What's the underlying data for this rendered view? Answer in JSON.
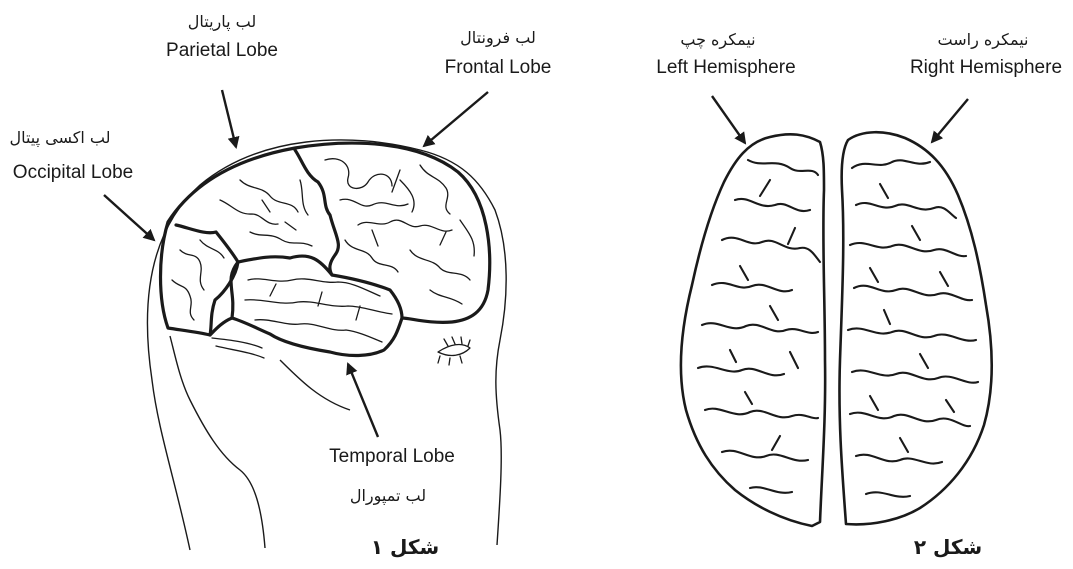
{
  "figure1": {
    "parietal": {
      "fa": "لب پاریتال",
      "en": "Parietal Lobe"
    },
    "frontal": {
      "fa": "لب فرونتال",
      "en": "Frontal Lobe"
    },
    "occipital": {
      "fa": "لب اکسی پیتال",
      "en": "Occipital Lobe"
    },
    "temporal": {
      "fa": "لب تمپورال",
      "en": "Temporal Lobe"
    },
    "caption": "شکل ۱"
  },
  "figure2": {
    "left": {
      "fa": "نیمکره چپ",
      "en": "Left Hemisphere"
    },
    "right": {
      "fa": "نیمکره راست",
      "en": "Right Hemisphere"
    },
    "caption": "شکل ۲"
  },
  "colors": {
    "ink": "#1a1a1a",
    "background": "#ffffff"
  },
  "icons": [
    "arrow-icon",
    "eye-icon"
  ]
}
